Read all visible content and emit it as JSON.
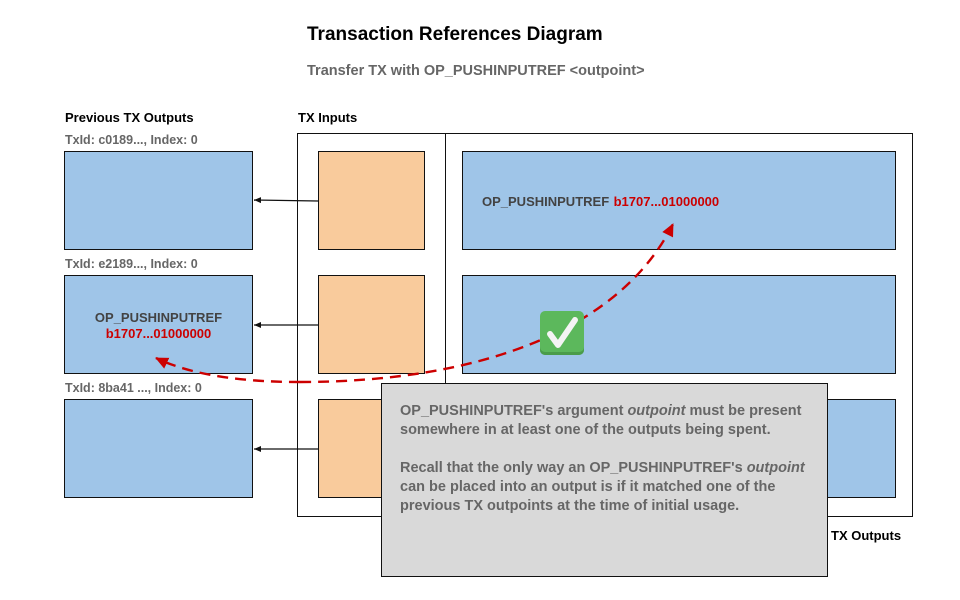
{
  "title": "Transaction References Diagram",
  "subtitle": "Transfer TX with OP_PUSHINPUTREF <outpoint>",
  "labels": {
    "previous_outputs": "Previous TX Outputs",
    "tx_inputs": "TX Inputs",
    "tx_outputs": "TX Outputs"
  },
  "previous_outputs": [
    {
      "txid_label": "TxId: c0189..., Index: 0",
      "op": "",
      "ref": ""
    },
    {
      "txid_label": "TxId: e2189..., Index: 0",
      "op": "OP_PUSHINPUTREF",
      "ref": "b1707...01000000"
    },
    {
      "txid_label": "TxId: 8ba41 ..., Index: 0",
      "op": "",
      "ref": ""
    }
  ],
  "tx_outputs": [
    {
      "op": "OP_PUSHINPUTREF",
      "ref": "b1707...01000000"
    },
    {
      "op": "",
      "ref": ""
    },
    {
      "op": "",
      "ref": ""
    }
  ],
  "check_icon": "white-heavy-check-mark",
  "note": {
    "p1_before": "OP_PUSHINPUTREF's argument ",
    "p1_em": "outpoint",
    "p1_after": " must be present somewhere in at least one of the outputs being spent.",
    "p2_before": "Recall that the only way an OP_PUSHINPUTREF's ",
    "p2_em": "outpoint",
    "p2_after": " can be placed into an output is if it matched one of the previous TX outpoints at the time of initial usage."
  },
  "colors": {
    "output_fill": "#9fc5e8",
    "input_fill": "#f9cb9c",
    "reference_red": "#cc0000",
    "note_fill": "#d9d9d9",
    "check_green": "#5cb85c"
  }
}
